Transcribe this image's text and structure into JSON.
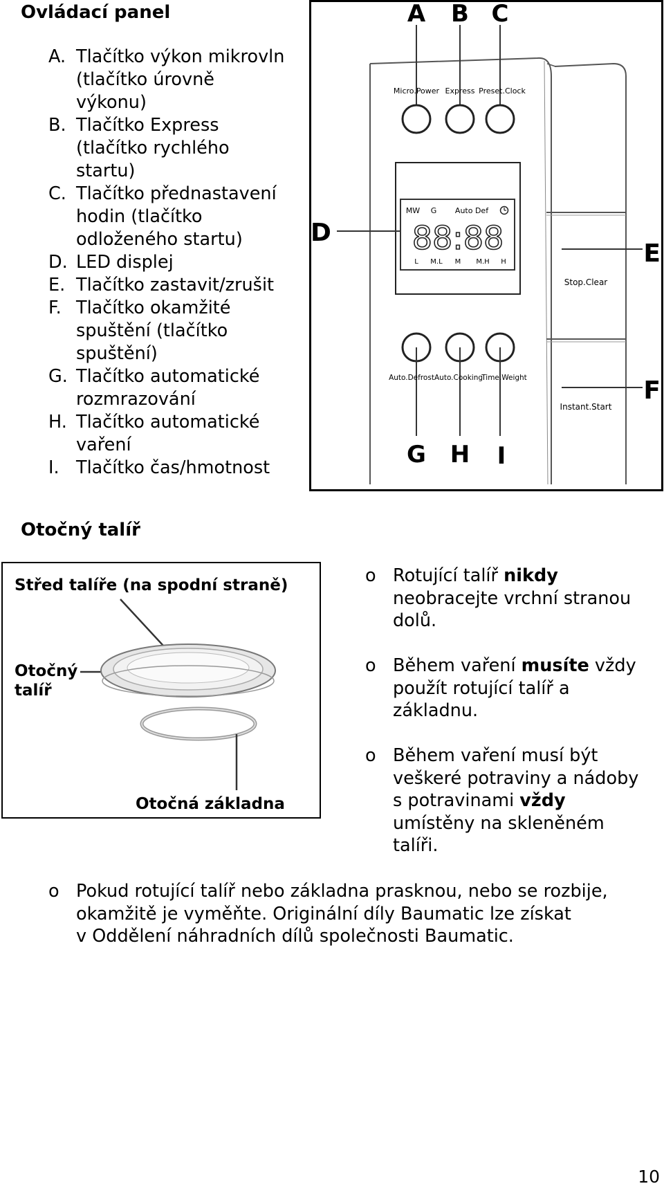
{
  "control_panel": {
    "heading": "Ovládací panel",
    "items": [
      {
        "letter": "A.",
        "lines": [
          "Tlačítko výkon mikrovln",
          "(tlačítko úrovně",
          "výkonu)"
        ]
      },
      {
        "letter": "B.",
        "lines": [
          "Tlačítko Express",
          "(tlačítko rychlého",
          "startu)"
        ]
      },
      {
        "letter": "C.",
        "lines": [
          "Tlačítko přednastavení",
          "hodin (tlačítko",
          "odloženého startu)"
        ]
      },
      {
        "letter": "D.",
        "lines": [
          "LED displej"
        ]
      },
      {
        "letter": "E.",
        "lines": [
          "Tlačítko zastavit/zrušit"
        ]
      },
      {
        "letter": "F.",
        "lines": [
          "Tlačítko okamžité",
          "spuštění (tlačítko",
          "spuštění)"
        ]
      },
      {
        "letter": "G.",
        "lines": [
          "Tlačítko automatické",
          "rozmrazování"
        ]
      },
      {
        "letter": "H.",
        "lines": [
          "Tlačítko automatické",
          "vaření"
        ]
      },
      {
        "letter": "I.",
        "lines": [
          "Tlačítko čas/hmotnost"
        ]
      }
    ]
  },
  "panel_diagram": {
    "callouts": {
      "A": "A",
      "B": "B",
      "C": "C",
      "D": "D",
      "E": "E",
      "F": "F",
      "G": "G",
      "H": "H",
      "I": "I"
    },
    "top_buttons": [
      "Micro.Power",
      "Express",
      "Preset.Clock"
    ],
    "display_top": [
      "MW",
      "G",
      "Auto Def"
    ],
    "display_digits": "88:88",
    "display_bottom": [
      "L",
      "M.L",
      "M",
      "M.H",
      "H"
    ],
    "bottom_buttons": [
      "Auto.Defrost",
      "Auto.Cooking",
      "Time.Weight"
    ],
    "stop_clear": "Stop.Clear",
    "instant_start": "Instant.Start"
  },
  "turntable": {
    "heading": "Otočný talíř",
    "figure": {
      "center_label": "Střed talíře (na spodní straně)",
      "plate_label": [
        "Otočný",
        "talíř"
      ],
      "base_label": "Otočná základna"
    },
    "bullet_symbol": "o",
    "bullets": [
      {
        "pre": "Rotující talíř ",
        "bold": "nikdy",
        "post_lines": [
          "neobracejte vrchní stranou",
          "dolů."
        ]
      },
      {
        "pre": "Během vaření ",
        "bold": "musíte",
        "post": " vždy",
        "post_lines": [
          "použít rotující talíř a",
          "základnu."
        ]
      },
      {
        "lines": [
          "Během vaření musí být",
          "veškeré potraviny a nádoby"
        ],
        "pre3": "s potravinami ",
        "bold": "vždy",
        "post_lines": [
          "umístěny na skleněném",
          "talíři."
        ]
      }
    ],
    "final_bullet": [
      "Pokud rotující talíř nebo základna prasknou, nebo se rozbije,",
      "okamžitě je vyměňte. Originální díly Baumatic lze získat",
      "v Oddělení náhradních dílů společnosti Baumatic."
    ]
  },
  "page_number": "10"
}
